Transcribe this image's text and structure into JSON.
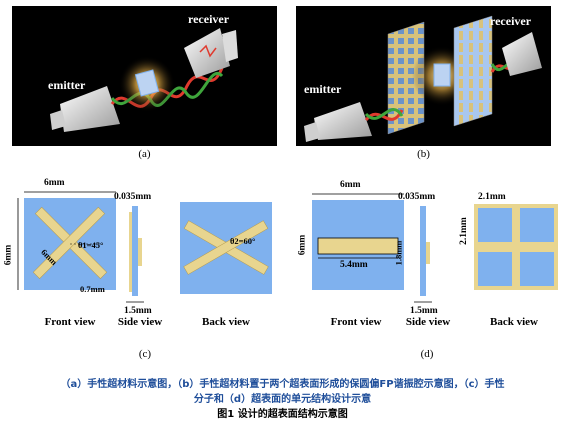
{
  "panel_a": {
    "emitter_label": "emitter",
    "receiver_label": "receiver",
    "tag": "(a)"
  },
  "panel_b": {
    "emitter_label": "emitter",
    "receiver_label": "receiver",
    "tag": "(b)"
  },
  "panel_c": {
    "front": {
      "width": "6mm",
      "height": "6mm",
      "arm": "6mm",
      "arm_width": "0.7mm",
      "angle": "θ1=45°"
    },
    "side": {
      "thickness_top": "0.035mm",
      "substrate": "1.5mm"
    },
    "back": {
      "angle": "θ2=60°"
    },
    "views": [
      "Front view",
      "Side view",
      "Back view"
    ],
    "tag": "(c)"
  },
  "panel_d": {
    "front": {
      "width": "6mm",
      "height": "6mm",
      "strip_length": "5.4mm"
    },
    "side": {
      "thickness_top": "0.035mm",
      "height": "1.8mm",
      "substrate": "1.5mm"
    },
    "back": {
      "cell_w": "2.1mm",
      "cell_h": "2.1mm"
    },
    "views": [
      "Front view",
      "Side view",
      "Back view"
    ],
    "tag": "(d)"
  },
  "caption": {
    "line1": "（a）手性超材料示意图，（b）手性超材料置于两个超表面形成的保圆偏FP谐振腔示意图，（c）手性",
    "line2": "分子和（d）超表面的单元结构设计示意",
    "title": "图1  设计的超表面结构示意图"
  },
  "colors": {
    "blue": "#7fb1ee",
    "gold": "#e8d58f",
    "caption": "#1f4e9a"
  }
}
